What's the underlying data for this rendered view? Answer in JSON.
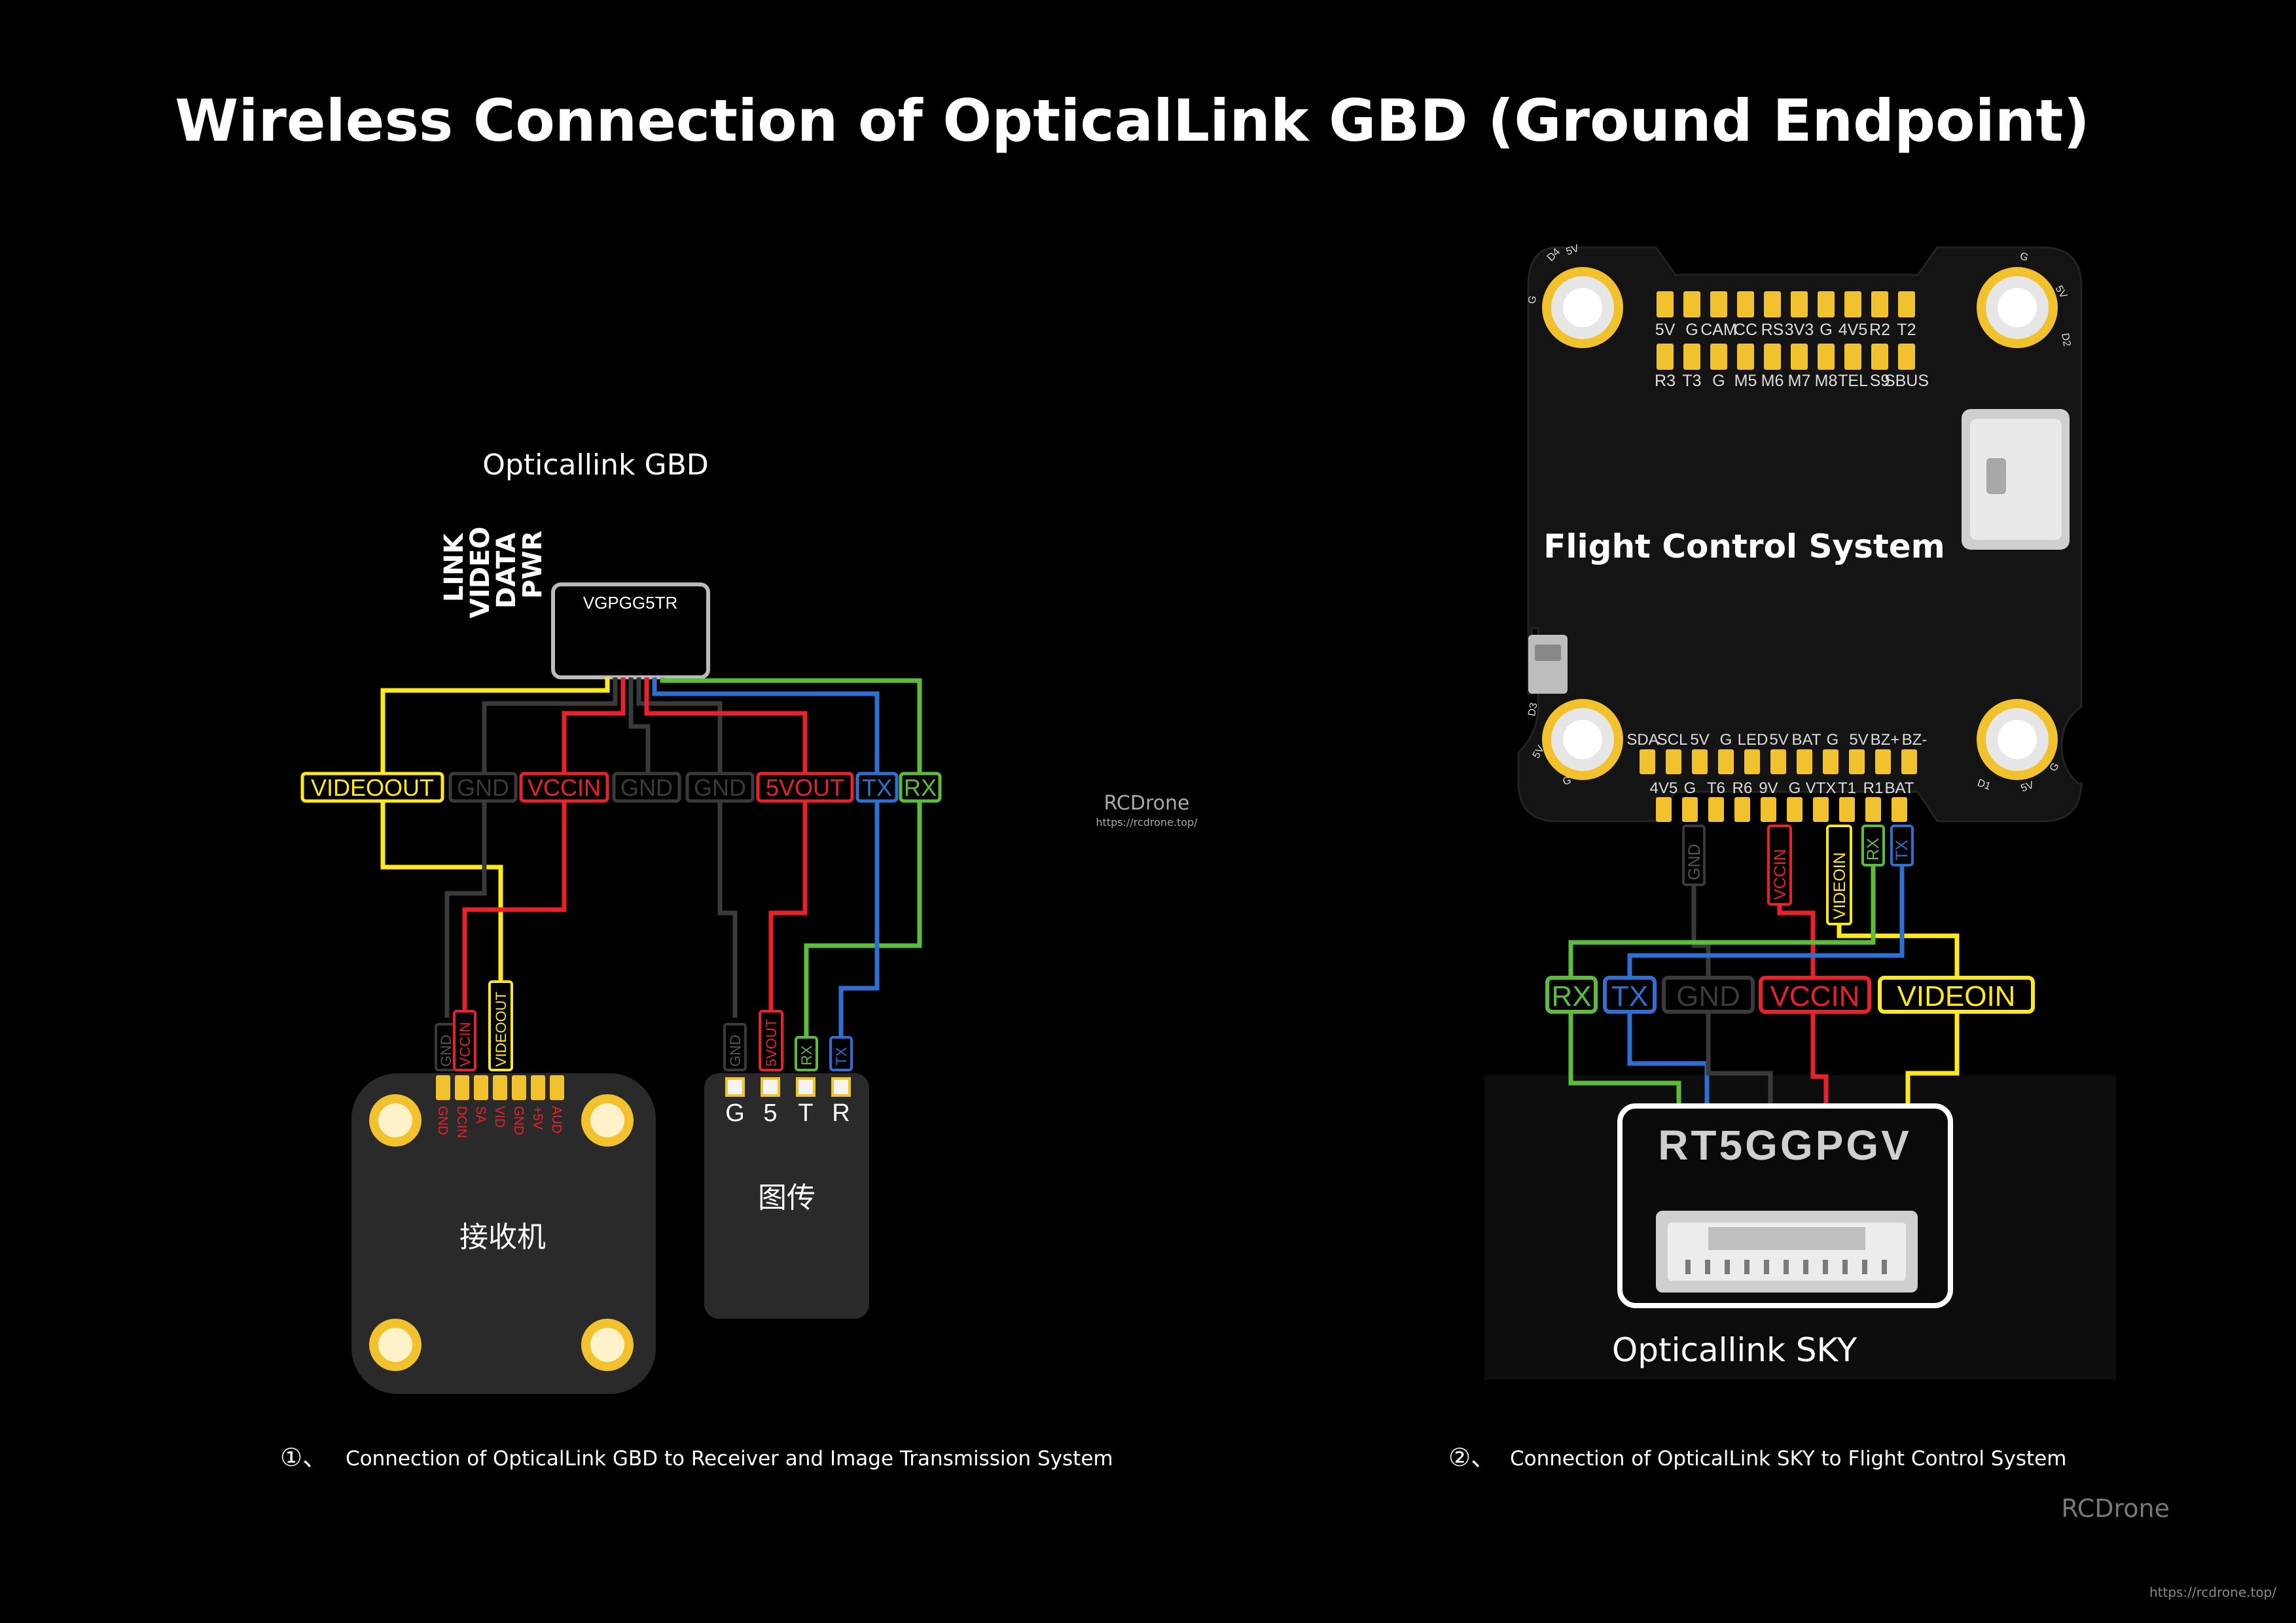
{
  "title": "Wireless Connection of OpticalLink GBD (Ground Endpoint)",
  "gbd": {
    "heading": "Opticallink GBD",
    "chip": "VGPGG5TR",
    "leds": [
      "LINK",
      "VIDEO",
      "DATA",
      "PWR"
    ],
    "pins": [
      "VIDEOOUT",
      "GND",
      "VCCIN",
      "GND",
      "GND",
      "5VOUT",
      "TX",
      "RX"
    ],
    "receiver_wires": [
      "GND",
      "VCCIN",
      "VIDEOOUT"
    ],
    "receiver_pads": [
      "GND",
      "DCIN",
      "SA",
      "VID",
      "GND",
      "+5V",
      "AUD"
    ],
    "receiver_label": "接收机",
    "vtx_wires": [
      "GND",
      "5VOUT",
      "RX",
      "TX"
    ],
    "vtx_pads": [
      "G",
      "5",
      "T",
      "R"
    ],
    "vtx_label": "图传"
  },
  "fc": {
    "label": "Flight Control System",
    "top_row1": [
      "5V",
      "G",
      "CAM",
      "CC",
      "RS",
      "3V3",
      "G",
      "4V5",
      "R2",
      "T2"
    ],
    "top_row2": [
      "R3",
      "T3",
      "G",
      "M5",
      "M6",
      "M7",
      "M8",
      "TEL",
      "S9",
      "SBUS"
    ],
    "bot_row1": [
      "SDA",
      "SCL",
      "5V",
      "G",
      "LED",
      "5V",
      "BAT",
      "G",
      "5V",
      "BZ+",
      "BZ-"
    ],
    "bot_row2": [
      "4V5",
      "G",
      "T6",
      "R6",
      "9V",
      "G",
      "VTX",
      "T1",
      "R1",
      "BAT"
    ],
    "corner_marks": [
      "D4",
      "5V",
      "G",
      "G",
      "5V",
      "D2",
      "D3",
      "5V",
      "G",
      "D1",
      "5V",
      "G"
    ],
    "fc_wires": [
      "GND",
      "VCCIN",
      "VIDEOIN",
      "RX",
      "TX"
    ]
  },
  "sky": {
    "pins": [
      "RX",
      "TX",
      "GND",
      "VCCIN",
      "VIDEOIN"
    ],
    "chip": "RT5GGPGV",
    "label": "Opticallink SKY"
  },
  "captions": {
    "left_num": "①、",
    "left": "Connection of OpticalLink GBD to Receiver and Image Transmission System",
    "right_num": "②、",
    "right": "Connection of OpticalLink SKY to Flight Control System"
  },
  "watermark": {
    "brand": "RCDrone",
    "url": "https://rcdrone.top/"
  },
  "colors": {
    "yellow": "#ffe81c",
    "red": "#e8222a",
    "green": "#5bbd3a",
    "blue": "#2f6fd1",
    "gnd": "#3a3a3a",
    "pad": "#f2c12e"
  }
}
